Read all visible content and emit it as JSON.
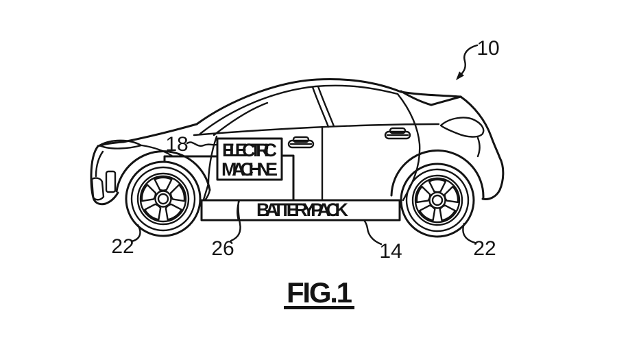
{
  "figure": {
    "caption": "FIG.1",
    "boxes": {
      "electric_machine": {
        "line1": "ELECTRIC",
        "line2": "MACHINE"
      },
      "battery_pack": {
        "label": "BATTERY PACK"
      }
    },
    "refs": {
      "vehicle": "10",
      "electric_machine": "18",
      "front_wheel": "22",
      "rear_wheel": "22",
      "battery_section": "26",
      "battery_pack": "14"
    },
    "colors": {
      "ink": "#141414",
      "background": "#ffffff"
    }
  }
}
